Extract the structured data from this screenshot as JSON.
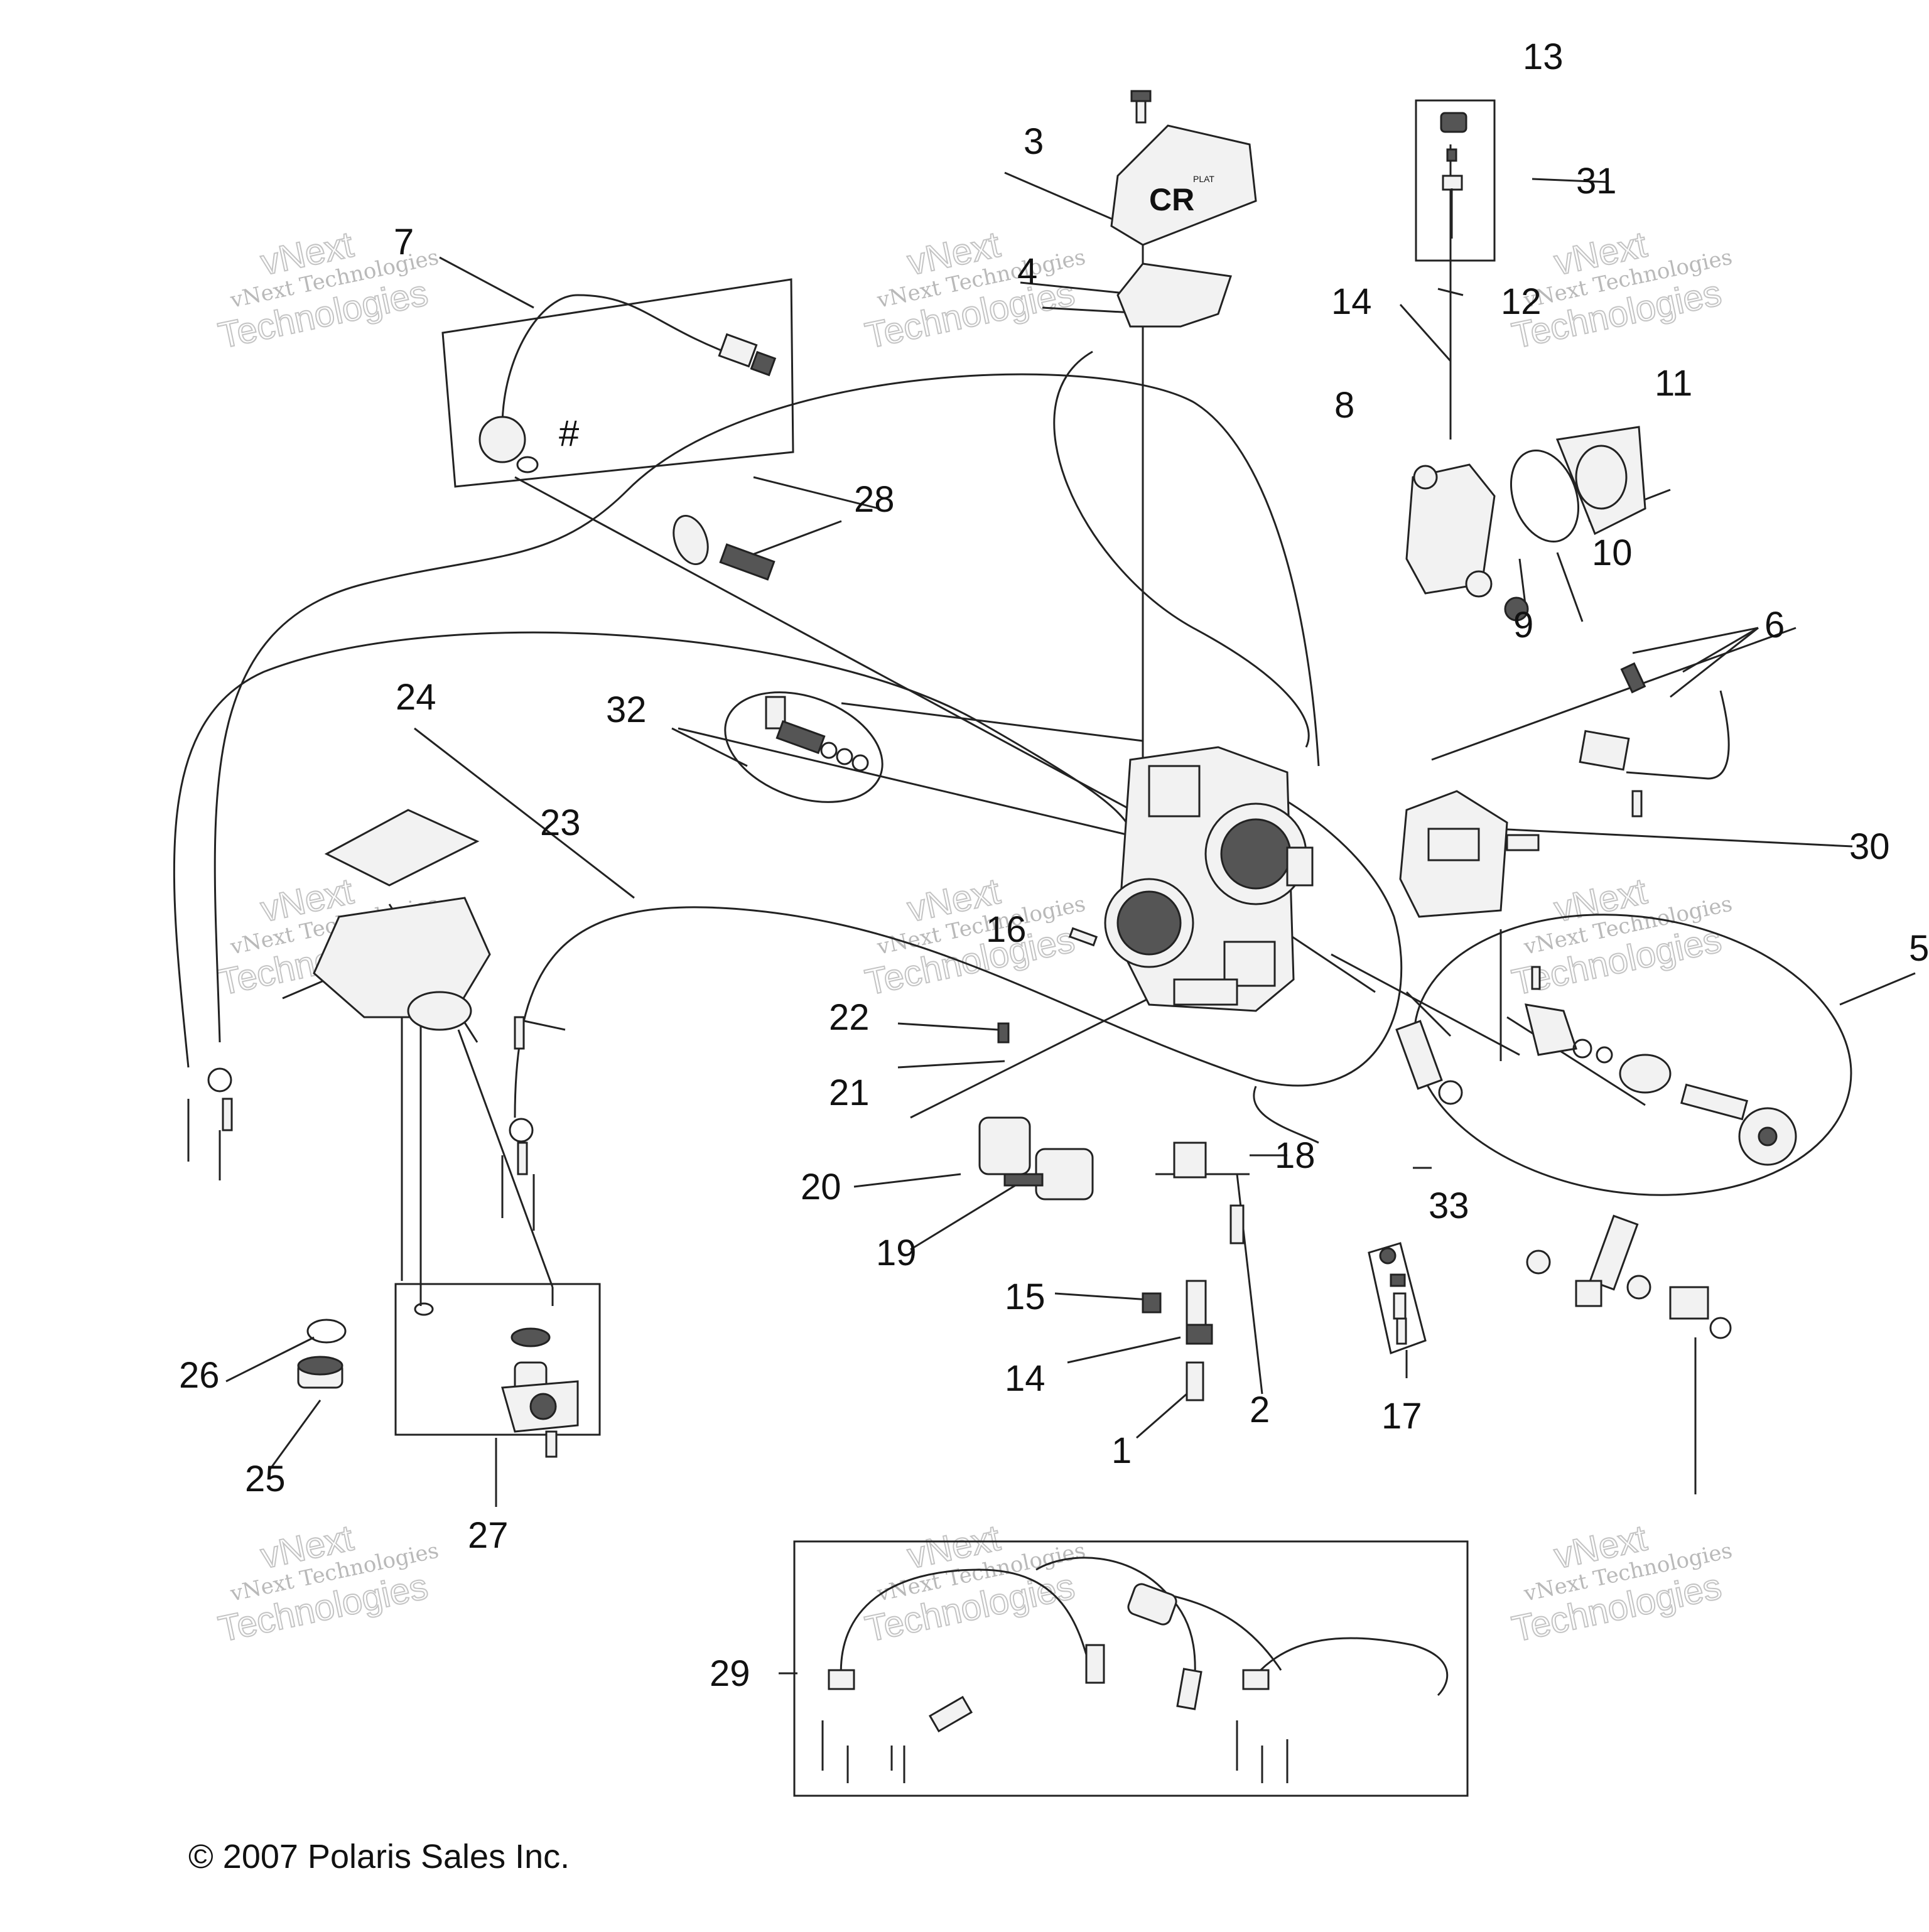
{
  "callouts": [
    "1",
    "2",
    "3",
    "4",
    "5",
    "6",
    "7",
    "8",
    "9",
    "10",
    "11",
    "12",
    "13",
    "14",
    "14",
    "15",
    "16",
    "17",
    "18",
    "19",
    "20",
    "21",
    "22",
    "23",
    "24",
    "25",
    "26",
    "27",
    "28",
    "29",
    "30",
    "31",
    "32",
    "33",
    "#"
  ],
  "watermark": {
    "line1": "vNext Technologies",
    "line2a": "vNext",
    "line2b": "Technologies"
  },
  "copyright": "© 2007 Polaris Sales Inc.",
  "cover_marking": "CR",
  "cover_sub": "PLAT"
}
